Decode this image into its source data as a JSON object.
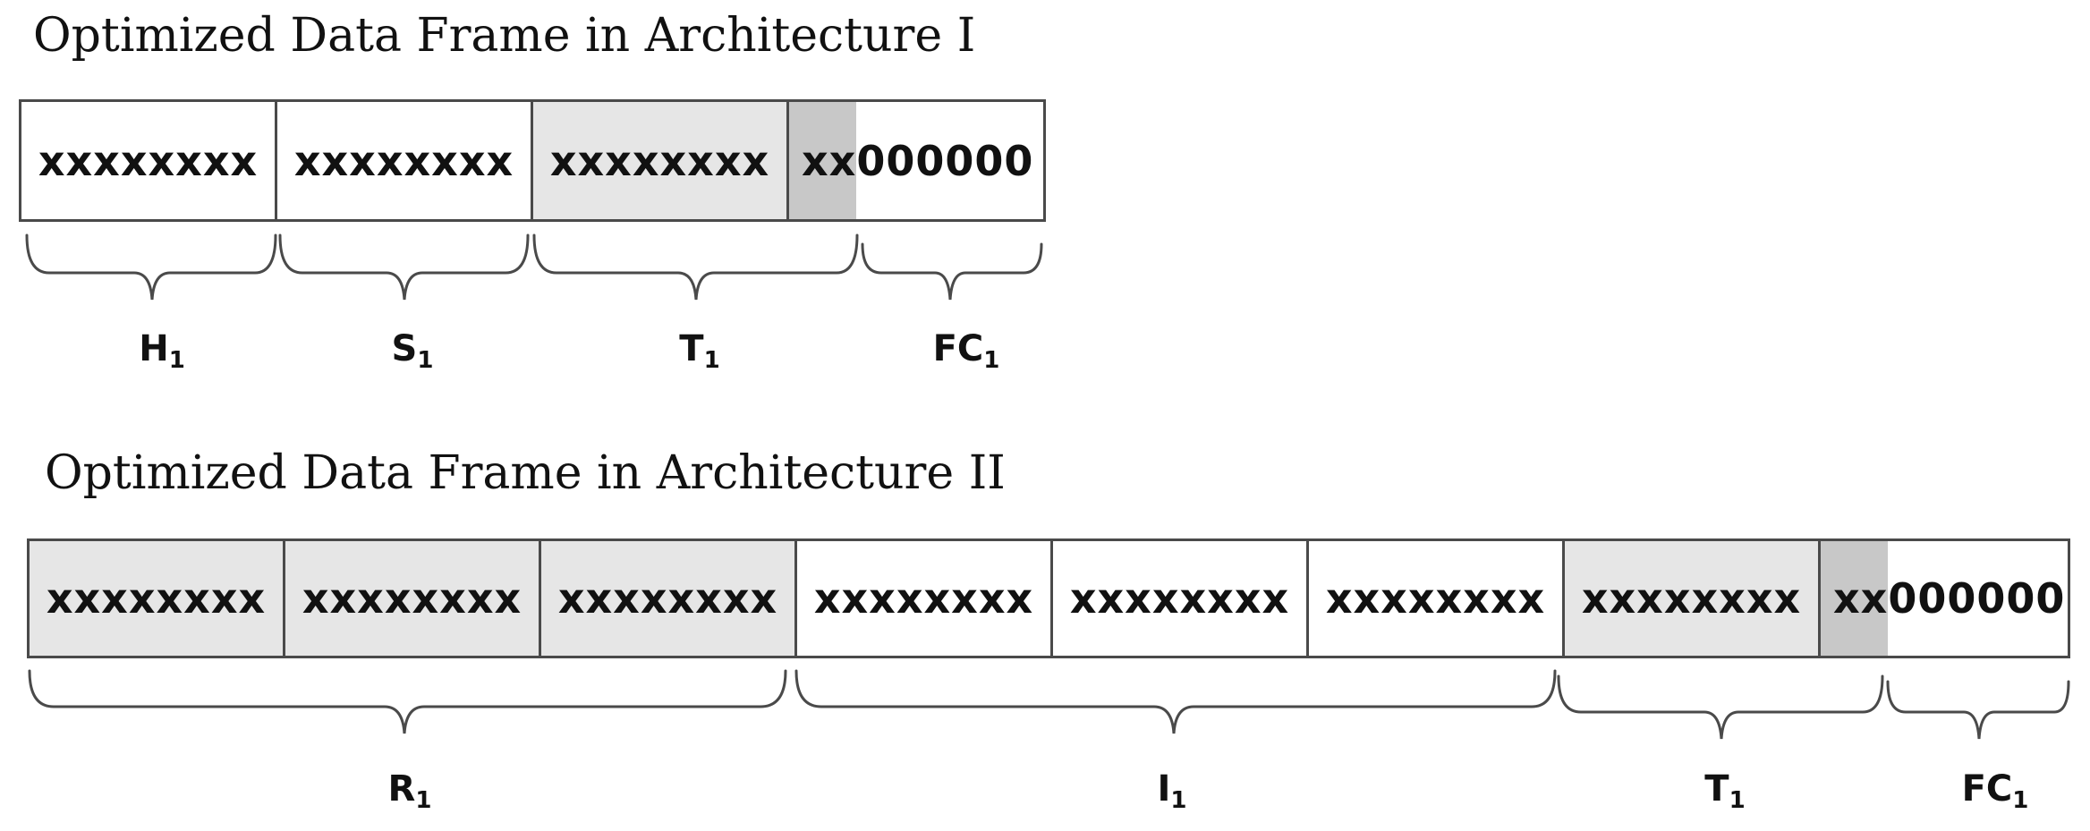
{
  "architecture_1": {
    "title": "Optimized Data Frame in Architecture I",
    "cells": [
      "xxxxxxxx",
      "xxxxxxxx",
      "xxxxxxxx"
    ],
    "last_cell": {
      "highlight": "xx",
      "rest": "000000"
    },
    "groups": [
      {
        "base": "H",
        "sub": "1"
      },
      {
        "base": "S",
        "sub": "1"
      },
      {
        "base": "T",
        "sub": "1"
      },
      {
        "base": "FC",
        "sub": "1"
      }
    ]
  },
  "architecture_2": {
    "title": "Optimized Data Frame in Architecture II",
    "cells": [
      "xxxxxxxx",
      "xxxxxxxx",
      "xxxxxxxx",
      "xxxxxxxx",
      "xxxxxxxx",
      "xxxxxxxx",
      "xxxxxxxx"
    ],
    "last_cell": {
      "highlight": "xx",
      "rest": "000000"
    },
    "groups": [
      {
        "base": "R",
        "sub": "1"
      },
      {
        "base": "I",
        "sub": "1"
      },
      {
        "base": "T",
        "sub": "1"
      },
      {
        "base": "FC",
        "sub": "1"
      }
    ]
  },
  "colors": {
    "shaded_cell": "#e6e6e6",
    "highlight_bits": "#c8c8c8",
    "border": "#4a4a4a"
  }
}
